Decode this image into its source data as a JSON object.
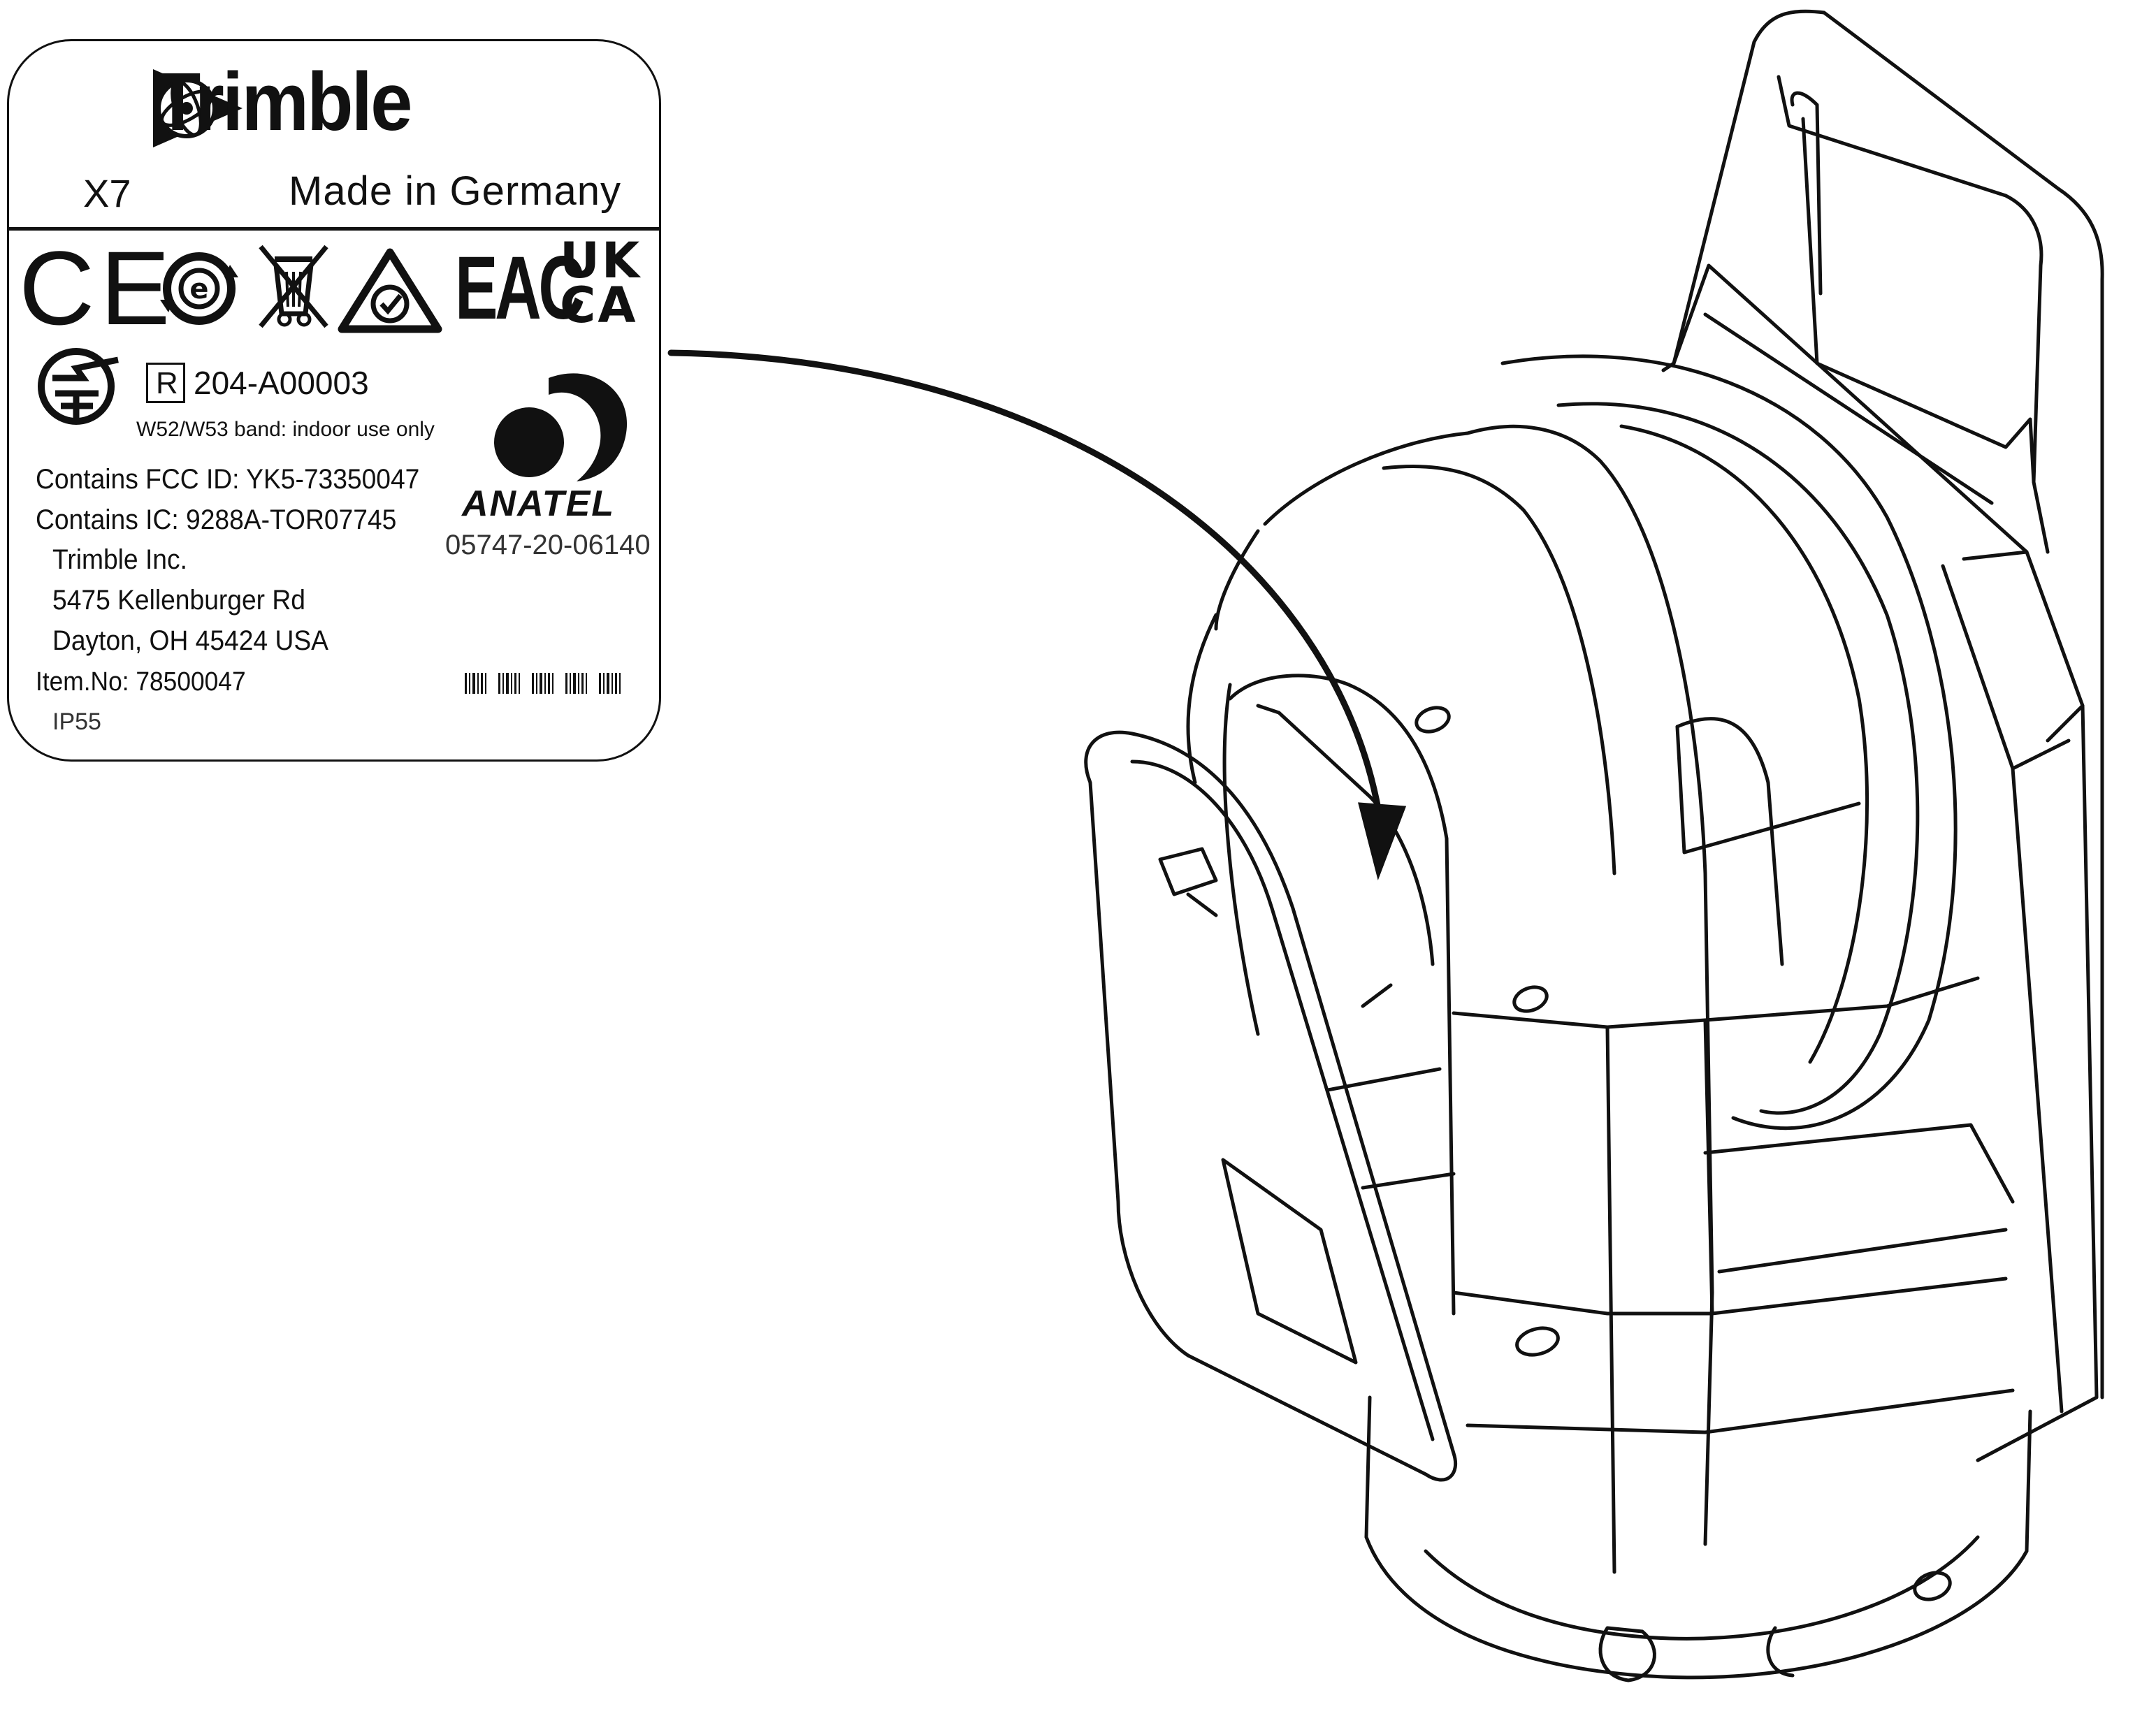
{
  "label": {
    "brand": "Trimble",
    "model": "X7",
    "origin": "Made in Germany",
    "marks": {
      "ce": "CE",
      "eac": "EAC",
      "ukca_top": "UK",
      "ukca_bottom": "CA"
    },
    "japan_radio": {
      "r_symbol": "R",
      "number": "204-A00003",
      "band_note": "W52/W53 band: indoor use only"
    },
    "fcc": "Contains FCC ID: YK5-73350047",
    "ic": "Contains IC: 9288A-TOR07745",
    "manufacturer": "Trimble Inc.",
    "street": "5475 Kellenburger Rd",
    "city": "Dayton, OH 45424 USA",
    "item_no": "Item.No: 78500047",
    "ip_rating": "IP55",
    "anatel": {
      "word": "ANATEL",
      "number": "05747-20-06140"
    }
  },
  "icons": [
    "trimble-globe-icon",
    "ce-mark-icon",
    "china-rohs-icon",
    "weee-bin-icon",
    "rcm-mark-icon",
    "eac-mark-icon",
    "ukca-mark-icon",
    "japan-giteki-icon",
    "anatel-logo-icon",
    "barcode-icon",
    "pointer-arrow-icon",
    "scanner-device-icon"
  ],
  "colors": {
    "ink": "#111111",
    "background": "#ffffff"
  }
}
